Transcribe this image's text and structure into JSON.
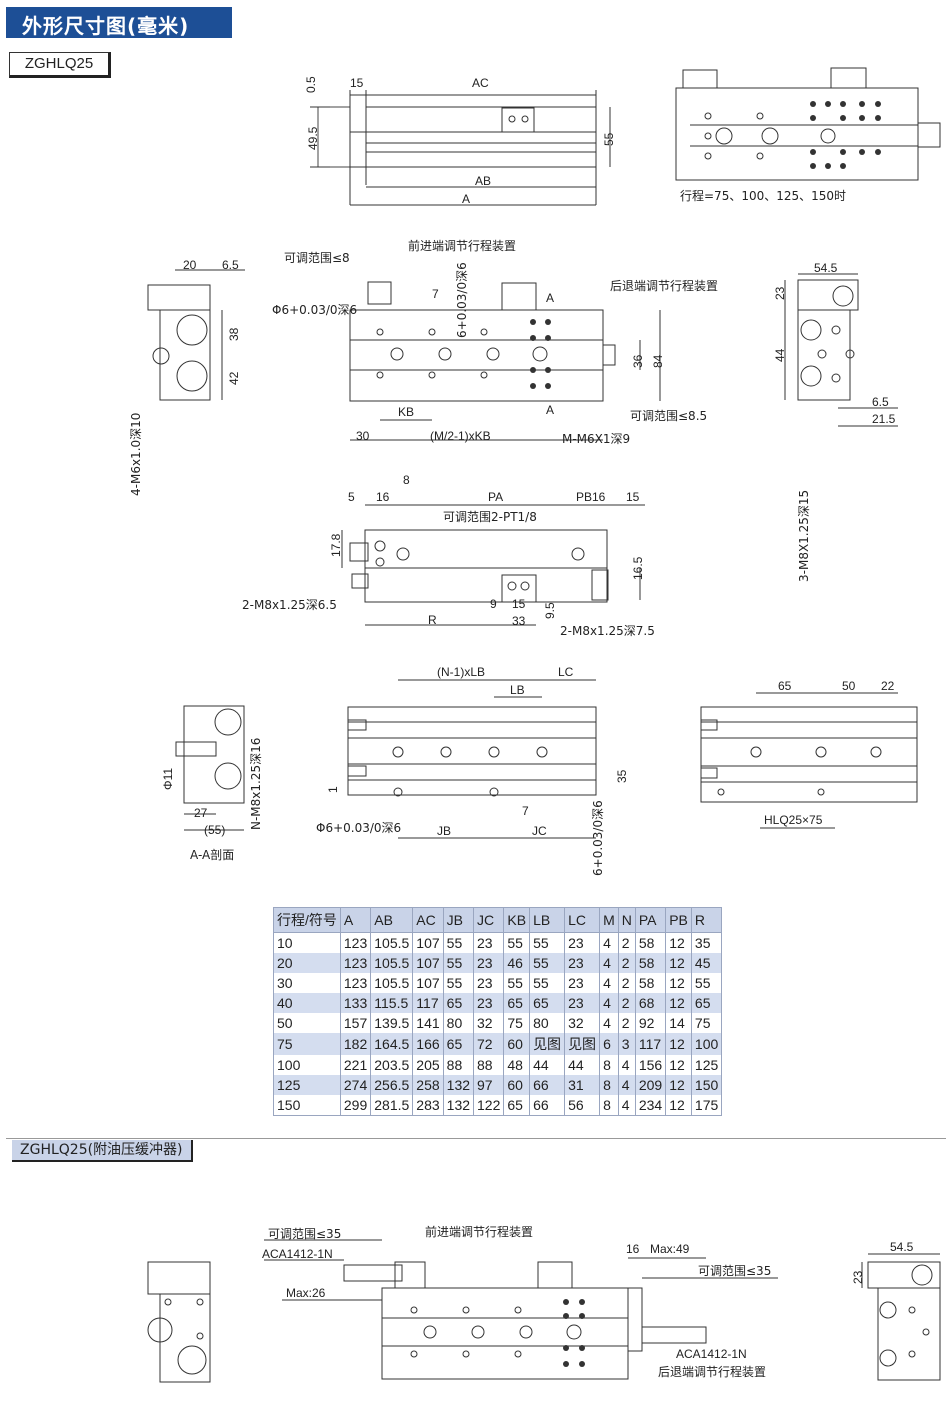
{
  "header": {
    "title": "外形尺寸图(毫米)",
    "model": "ZGHLQ25"
  },
  "labels": {
    "top_front": {
      "d05": "0.5",
      "d15": "15",
      "ac": "AC",
      "d495": "49.5",
      "d55": "55",
      "ab": "AB",
      "a": "A"
    },
    "stroke_note": "行程=75、100、125、150时",
    "side_left": {
      "d20": "20",
      "d65": "6.5",
      "d38": "38",
      "d42": "42",
      "m6": "4-M6x1.0深10"
    },
    "top_main": {
      "adj8": "可调范围≤8",
      "front_adj": "前进端调节行程装置",
      "rear_adj": "后退端调节行程装置",
      "phi6": "Φ6+0.03/0深6",
      "d7": "7",
      "depth6": "6+0.03/0深6",
      "secA": "A",
      "d36": "36",
      "d84": "84",
      "kb": "KB",
      "d30": "30",
      "mkb": "(M/2-1)xKB",
      "adj85": "可调范围≤8.5",
      "mm6": "M-M6X1深9"
    },
    "side_right": {
      "d545": "54.5",
      "d23": "23",
      "d44": "44",
      "d65": "6.5",
      "d215": "21.5",
      "m8": "3-M8X1.25深15"
    },
    "bottom_view": {
      "d5": "5",
      "d16": "16",
      "d8": "8",
      "pa": "PA",
      "pb": "PB",
      "d16b": "16",
      "d15": "15",
      "pt": "可调范围2-PT1/8",
      "d178": "17.8",
      "d165": "16.5",
      "m8a": "2-M8x1.25深6.5",
      "r": "R",
      "d9": "9",
      "d15c": "15",
      "d95": "9.5",
      "d33": "33",
      "m8b": "2-M8x1.25深7.5"
    },
    "section_aa": {
      "m8": "N-M8x1.25深16",
      "phi11": "Φ11",
      "d27": "27",
      "d55": "(55)",
      "title": "A-A剖面"
    },
    "side_view": {
      "nlb": "(N-1)xLB",
      "lc": "LC",
      "lb": "LB",
      "d1": "1",
      "d35": "35",
      "d7": "7",
      "phi6": "Φ6+0.03/0深6",
      "jb": "JB",
      "jc": "JC",
      "depth6": "6+0.03/0深6"
    },
    "hlq_view": {
      "d65": "65",
      "d50": "50",
      "d22": "22",
      "title": "HLQ25×75"
    },
    "buffer": {
      "adj35a": "可调范围≤35",
      "aca_a": "ACA1412-1N",
      "front_adj": "前进端调节行程装置",
      "max26": "Max:26",
      "d16": "16",
      "max49": "Max:49",
      "adj35b": "可调范围≤35",
      "aca_b": "ACA1412-1N",
      "rear_adj": "后退端调节行程装置",
      "d545": "54.5",
      "d23": "23"
    }
  },
  "table": {
    "headers": [
      "行程/符号",
      "A",
      "AB",
      "AC",
      "JB",
      "JC",
      "KB",
      "LB",
      "LC",
      "M",
      "N",
      "PA",
      "PB",
      "R"
    ],
    "rows": [
      [
        "10",
        "123",
        "105.5",
        "107",
        "55",
        "23",
        "55",
        "55",
        "23",
        "4",
        "2",
        "58",
        "12",
        "35"
      ],
      [
        "20",
        "123",
        "105.5",
        "107",
        "55",
        "23",
        "46",
        "55",
        "23",
        "4",
        "2",
        "58",
        "12",
        "45"
      ],
      [
        "30",
        "123",
        "105.5",
        "107",
        "55",
        "23",
        "55",
        "55",
        "23",
        "4",
        "2",
        "58",
        "12",
        "55"
      ],
      [
        "40",
        "133",
        "115.5",
        "117",
        "65",
        "23",
        "65",
        "65",
        "23",
        "4",
        "2",
        "68",
        "12",
        "65"
      ],
      [
        "50",
        "157",
        "139.5",
        "141",
        "80",
        "32",
        "75",
        "80",
        "32",
        "4",
        "2",
        "92",
        "14",
        "75"
      ],
      [
        "75",
        "182",
        "164.5",
        "166",
        "65",
        "72",
        "60",
        "见图",
        "见图",
        "6",
        "3",
        "117",
        "12",
        "100"
      ],
      [
        "100",
        "221",
        "203.5",
        "205",
        "88",
        "88",
        "48",
        "44",
        "44",
        "8",
        "4",
        "156",
        "12",
        "125"
      ],
      [
        "125",
        "274",
        "256.5",
        "258",
        "132",
        "97",
        "60",
        "66",
        "31",
        "8",
        "4",
        "209",
        "12",
        "150"
      ],
      [
        "150",
        "299",
        "281.5",
        "283",
        "132",
        "122",
        "65",
        "66",
        "56",
        "8",
        "4",
        "234",
        "12",
        "175"
      ]
    ]
  },
  "section2_title": "ZGHLQ25(附油压缓冲器)"
}
